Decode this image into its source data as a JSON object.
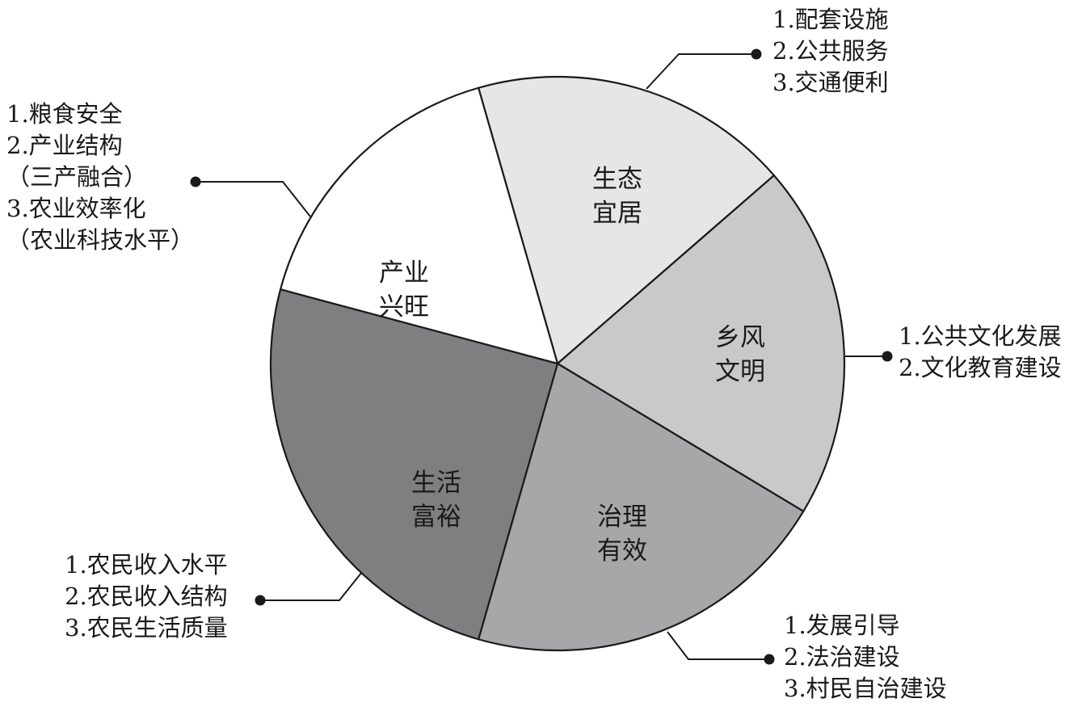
{
  "sectors": [
    {
      "key": "livable",
      "label_lines": [
        "生态",
        "宜居"
      ],
      "fill": "#e6e6e6",
      "items": [
        "1.配套设施",
        "2.公共服务",
        "3.交通便利"
      ]
    },
    {
      "key": "civility",
      "label_lines": [
        "乡风",
        "文明"
      ],
      "fill": "#c9c9ca",
      "items": [
        "1.公共文化发展",
        "2.文化教育建设"
      ]
    },
    {
      "key": "governance",
      "label_lines": [
        "治理",
        "有效"
      ],
      "fill": "#a7a7a9",
      "items": [
        "1.发展引导",
        "2.法治建设",
        "3.村民自治建设"
      ]
    },
    {
      "key": "affluence",
      "label_lines": [
        "生活",
        "富裕"
      ],
      "fill": "#7f7f82",
      "items": [
        "1.农民收入水平",
        "2.农民收入结构",
        "3.农民生活质量"
      ]
    },
    {
      "key": "industry",
      "label_lines": [
        "产业",
        "兴旺"
      ],
      "fill": "#ffffff",
      "items": [
        "1.粮食安全",
        "2.产业结构",
        "（三产融合）",
        "3.农业效率化",
        "（农业科技水平）"
      ]
    }
  ],
  "colors": {
    "outline": "#1a1a1a",
    "text": "#1a1a1a"
  }
}
